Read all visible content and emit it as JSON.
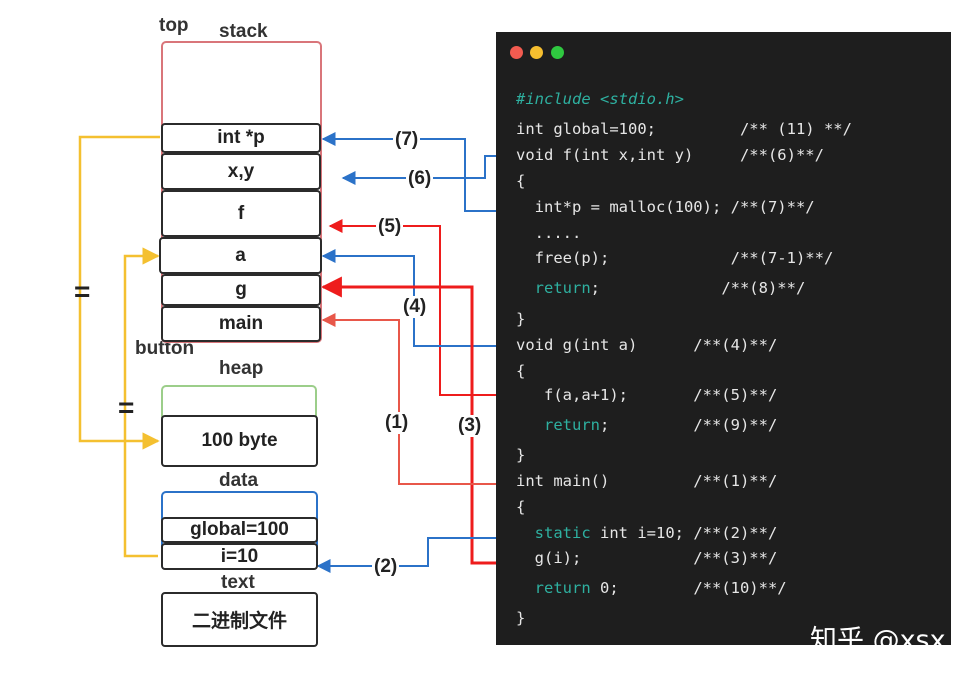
{
  "memory": {
    "top_label": "top",
    "stack_label": "stack",
    "bottom_label": "button",
    "heap_label": "heap",
    "data_label": "data",
    "text_label": "text",
    "stack_frames": [
      "int *p",
      "x,y",
      "f",
      "a",
      "g",
      "main"
    ],
    "heap_block": "100 byte",
    "data_items": [
      "global=100",
      "i=10"
    ],
    "text_block": "二进制文件",
    "equals": "="
  },
  "steps": {
    "s1": "(1)",
    "s2": "(2)",
    "s3": "(3)",
    "s4": "(4)",
    "s5": "(5)",
    "s6": "(6)",
    "s7": "(7)"
  },
  "code": {
    "lines": [
      {
        "parts": [
          {
            "t": "#include <stdio.h>",
            "c": "pre"
          }
        ]
      },
      {
        "parts": [
          {
            "t": "int global=100;         /** (11) **/",
            "c": "cm"
          }
        ]
      },
      {
        "parts": [
          {
            "t": "void f(int x,int y)     /**(6)**/",
            "c": "cm"
          }
        ]
      },
      {
        "parts": [
          {
            "t": "{",
            "c": "cm"
          }
        ]
      },
      {
        "parts": [
          {
            "t": "  int*p = malloc(100); /**(7)**/",
            "c": "cm"
          }
        ]
      },
      {
        "parts": [
          {
            "t": "  .....",
            "c": "cm"
          }
        ]
      },
      {
        "parts": [
          {
            "t": "  free(p);             /**(7-1)**/",
            "c": "cm"
          }
        ]
      },
      {
        "parts": [
          {
            "t": "  ",
            "c": "cm"
          },
          {
            "t": "return",
            "c": "kw"
          },
          {
            "t": ";             /**(8)**/",
            "c": "cm"
          }
        ]
      },
      {
        "parts": [
          {
            "t": "}",
            "c": "cm"
          }
        ]
      },
      {
        "parts": [
          {
            "t": "void g(int a)      /**(4)**/",
            "c": "cm"
          }
        ]
      },
      {
        "parts": [
          {
            "t": "{",
            "c": "cm"
          }
        ]
      },
      {
        "parts": [
          {
            "t": "   f(a,a+1);       /**(5)**/",
            "c": "cm"
          }
        ]
      },
      {
        "parts": [
          {
            "t": "   ",
            "c": "cm"
          },
          {
            "t": "return",
            "c": "kw"
          },
          {
            "t": ";         /**(9)**/",
            "c": "cm"
          }
        ]
      },
      {
        "parts": [
          {
            "t": "}",
            "c": "cm"
          }
        ]
      },
      {
        "parts": [
          {
            "t": "int main()         /**(1)**/",
            "c": "cm"
          }
        ]
      },
      {
        "parts": [
          {
            "t": "{",
            "c": "cm"
          }
        ]
      },
      {
        "parts": [
          {
            "t": "  ",
            "c": "cm"
          },
          {
            "t": "static",
            "c": "kw"
          },
          {
            "t": " int i=10; /**(2)**/",
            "c": "cm"
          }
        ]
      },
      {
        "parts": [
          {
            "t": "  g(i);            /**(3)**/",
            "c": "cm"
          }
        ]
      },
      {
        "parts": [
          {
            "t": "  ",
            "c": "cm"
          },
          {
            "t": "return",
            "c": "kw"
          },
          {
            "t": " 0;        /**(10)**/",
            "c": "cm"
          }
        ]
      },
      {
        "parts": [
          {
            "t": "}",
            "c": "cm"
          }
        ]
      }
    ]
  },
  "watermark": "知乎 @xsx",
  "colors": {
    "red_arrow": "#ee1c1c",
    "red_light_arrow": "#e8574a",
    "blue_arrow": "#2b72c8",
    "yellow_bracket": "#f4c030",
    "stack_outline": "#d9757a",
    "heap_outline": "#9cce8a",
    "data_outline": "#2b72c8",
    "code_background": "#1e1e1e",
    "keyword": "#2eb0a0",
    "dot_red": "#f25b50",
    "dot_yellow": "#f6be2f",
    "dot_green": "#2fc840"
  }
}
